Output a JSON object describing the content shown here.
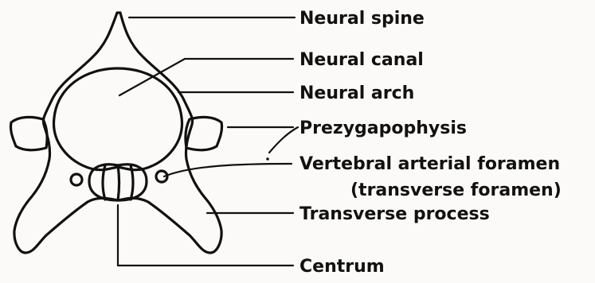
{
  "diagram": {
    "labels": {
      "neural_spine": "Neural spine",
      "neural_canal": "Neural canal",
      "neural_arch": "Neural arch",
      "prezygapophysis": "Prezygapophysis",
      "vertebral_arterial_foramen": "Vertebral arterial foramen",
      "transverse_foramen": "(transverse foramen)",
      "transverse_process": "Transverse process",
      "centrum": "Centrum"
    },
    "colors": {
      "ink": "#111111",
      "paper": "#fbfaf8"
    }
  }
}
